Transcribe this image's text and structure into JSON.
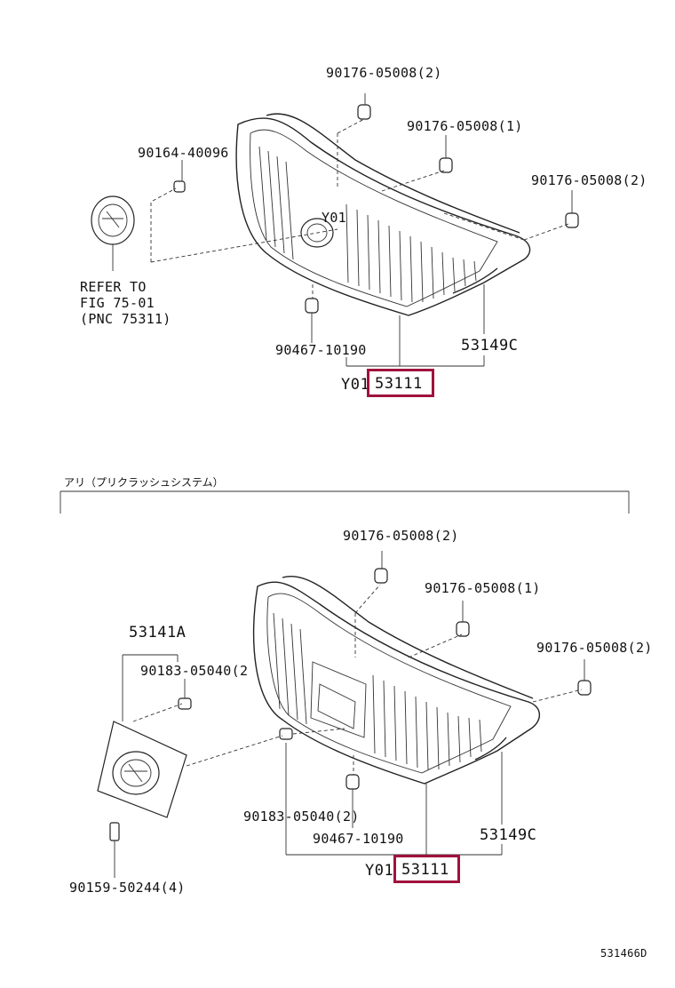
{
  "top_diagram": {
    "labels": {
      "clip_top": "90176-05008(2)",
      "clip_mid": "90176-05008(1)",
      "clip_right": "90176-05008(2)",
      "screw_left": "90164-40096",
      "emblem_ref_1": "REFER TO",
      "emblem_ref_2": "FIG 75-01",
      "emblem_ref_3": "(PNC 75311)",
      "grille_marker": "Y01",
      "bottom_clip": "90467-10190",
      "molding": "53149C",
      "prefix": "Y01",
      "highlighted_part": "53111"
    }
  },
  "section_header": "アリ（プリクラッシュシステム）",
  "bottom_diagram": {
    "labels": {
      "clip_top": "90176-05008(2)",
      "clip_mid": "90176-05008(1)",
      "clip_right": "90176-05008(2)",
      "bracket": "53141A",
      "nut_upper": "90183-05040(2",
      "nut_lower": "90183-05040(2)",
      "bottom_clip": "90467-10190",
      "molding": "53149C",
      "screw": "90159-50244(4)",
      "prefix": "Y01",
      "highlighted_part": "53111"
    }
  },
  "figure_code": "531466D",
  "highlight_color": "#a0123c"
}
